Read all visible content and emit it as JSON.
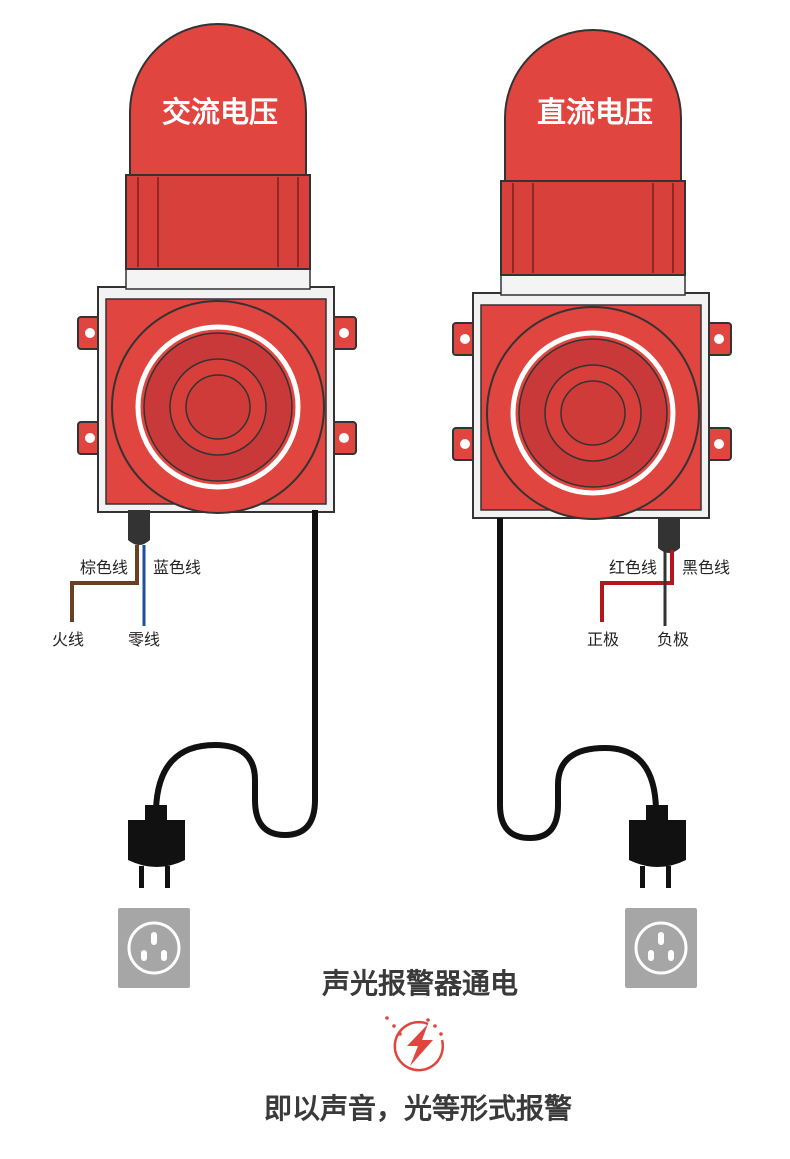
{
  "devices": [
    {
      "title": "交流电压",
      "wire_a_label": "棕色线",
      "wire_b_label": "蓝色线",
      "end_a_label": "火线",
      "end_b_label": "零线",
      "wire_a_color": "#6b3f22",
      "wire_b_color": "#1e4fa0"
    },
    {
      "title": "直流电压",
      "wire_a_label": "红色线",
      "wire_b_label": "黑色线",
      "end_a_label": "正极",
      "end_b_label": "负极",
      "wire_a_color": "#b3161b",
      "wire_b_color": "#333333"
    }
  ],
  "caption": {
    "line1": "声光报警器通电",
    "line2": "即以声音，光等形式报警"
  },
  "colors": {
    "red": "#e0453f",
    "dark_red": "#c23430",
    "socket": "#a6a6a6",
    "accent": "#e0453f"
  }
}
